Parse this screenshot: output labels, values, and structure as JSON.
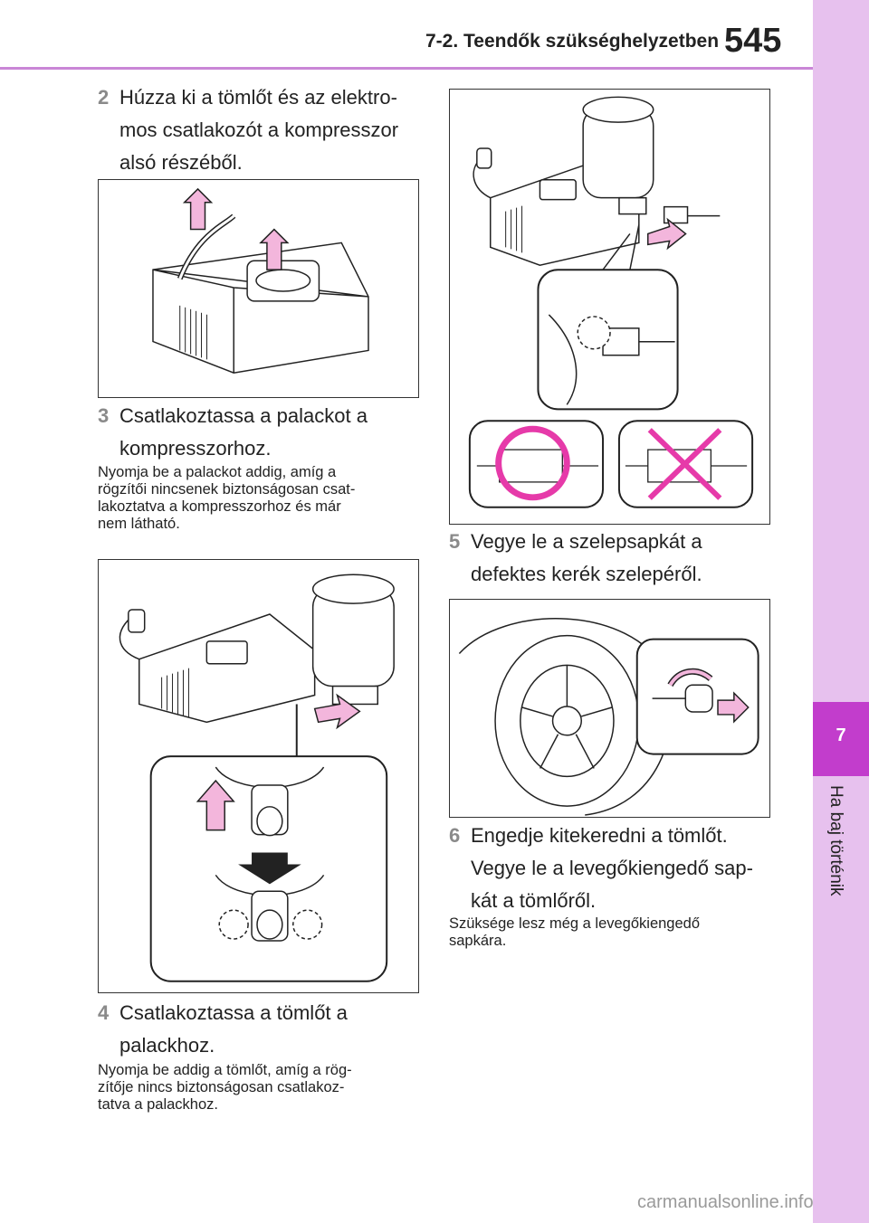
{
  "header": {
    "section_title": "7-2. Teendők szükséghelyzetben",
    "page_number": "545"
  },
  "side_tab": {
    "chapter_number": "7",
    "label": "Ha baj történik"
  },
  "steps": [
    {
      "number": "2",
      "lines": [
        "Húzza ki a tömlőt és az elektro-",
        "mos csatlakozót a kompresszor",
        "alsó részéből."
      ]
    },
    {
      "number": "3",
      "lines": [
        "Csatlakoztassa a palackot a",
        "kompresszorhoz."
      ],
      "note_lines": [
        "Nyomja be a palackot addig, amíg a",
        "rögzítői nincsenek biztonságosan csat-",
        "lakoztatva a kompresszorhoz és már",
        "nem látható."
      ]
    },
    {
      "number": "4",
      "lines": [
        "Csatlakoztassa a tömlőt a",
        "palackhoz."
      ],
      "note_lines": [
        "Nyomja be addig a tömlőt, amíg a rög-",
        "zítője nincs biztonságosan csatlakoz-",
        "tatva a palackhoz."
      ]
    },
    {
      "number": "5",
      "lines": [
        "Vegye le a szelepsapkát a",
        "defektes kerék szelepéről."
      ]
    },
    {
      "number": "6",
      "lines": [
        "Engedje kitekeredni a tömlőt.",
        "Vegye le a levegőkiengedő sap-",
        "kát a tömlőről."
      ],
      "note_lines": [
        "Szüksége lesz még a levegőkiengedő",
        "sapkára."
      ]
    }
  ],
  "watermark": "carmanualsonline.info",
  "colors": {
    "accent": "#c23dcc",
    "accent_light": "#e7c1ee",
    "arrow_fill": "#f3b6dc",
    "header_line": "#c986d6"
  }
}
